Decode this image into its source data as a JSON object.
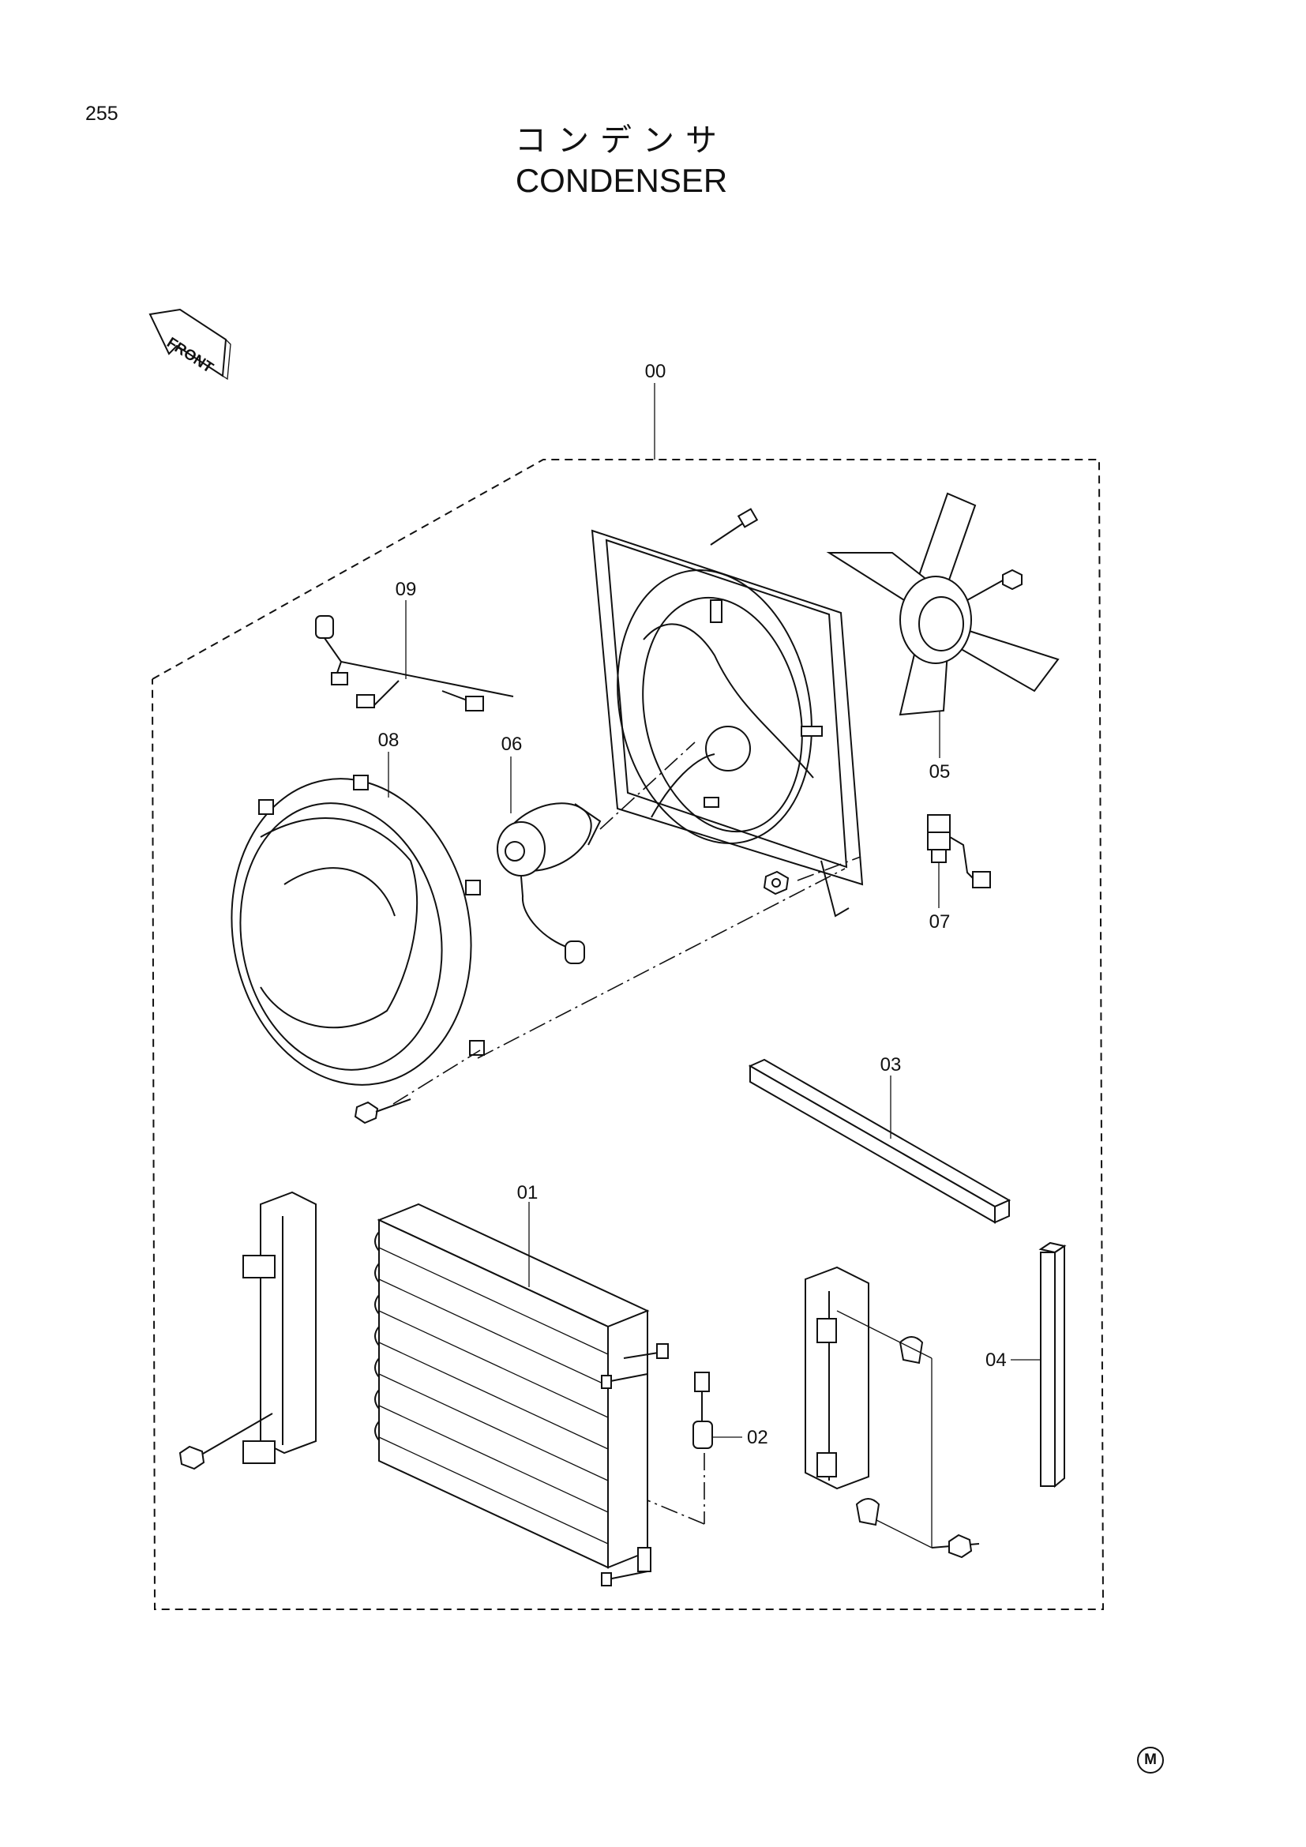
{
  "page_number": "255",
  "title_jp": "コンデンサ",
  "title_en": "CONDENSER",
  "front_arrow_label": "FRONT",
  "corner_mark": "M",
  "parts": [
    {
      "no": "00",
      "depicts": "condenser-assembly"
    },
    {
      "no": "01",
      "depicts": "condenser-core"
    },
    {
      "no": "02",
      "depicts": "pressure-switch"
    },
    {
      "no": "03",
      "depicts": "seal-strip-horizontal"
    },
    {
      "no": "04",
      "depicts": "seal-strip-vertical"
    },
    {
      "no": "05",
      "depicts": "fan-blade"
    },
    {
      "no": "06",
      "depicts": "fan-motor"
    },
    {
      "no": "07",
      "depicts": "connector"
    },
    {
      "no": "08",
      "depicts": "fan-guard"
    },
    {
      "no": "09",
      "depicts": "wire-harness"
    }
  ]
}
